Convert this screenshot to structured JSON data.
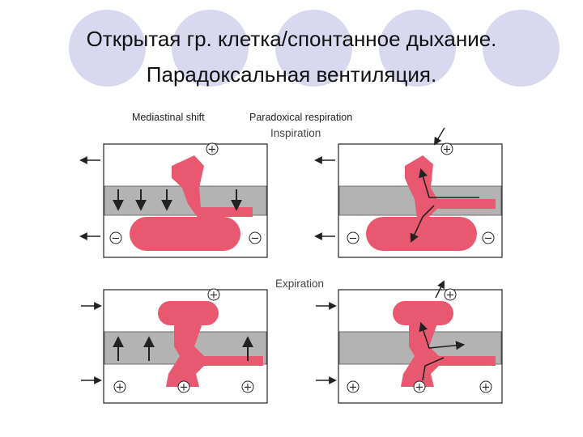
{
  "slide": {
    "title_line1": "Открытая гр. клетка/спонтанное  дыхание.",
    "title_line2": "Парадоксальная вентиляция."
  },
  "figure": {
    "caption_left": "Mediastinal shift",
    "caption_right": "Paradoxical respiration",
    "label_inspiration": "Inspiration",
    "label_expiration": "Expiration",
    "sign_plus": "+",
    "sign_minus": "−"
  },
  "colors": {
    "deco_circle": "#d8d8ef",
    "lung_red": "#e8596f",
    "tissue_gray": "#b3b3b3",
    "outline": "#222222"
  }
}
